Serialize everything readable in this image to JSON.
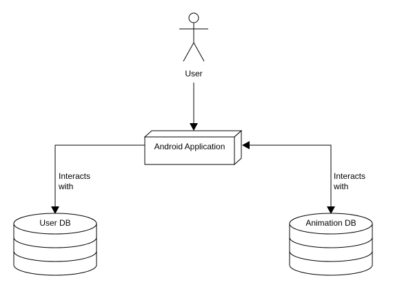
{
  "actor": {
    "label": "User"
  },
  "node": {
    "label": "Android Application"
  },
  "databases": [
    {
      "label": "User DB"
    },
    {
      "label": "Animation DB"
    }
  ],
  "edges": {
    "left": {
      "label_line1": "Interacts",
      "label_line2": "with"
    },
    "right": {
      "label_line1": "Interacts",
      "label_line2": "with"
    }
  },
  "colors": {
    "stroke": "#000000",
    "fill": "#ffffff",
    "node_side": "#e6e6e6"
  }
}
